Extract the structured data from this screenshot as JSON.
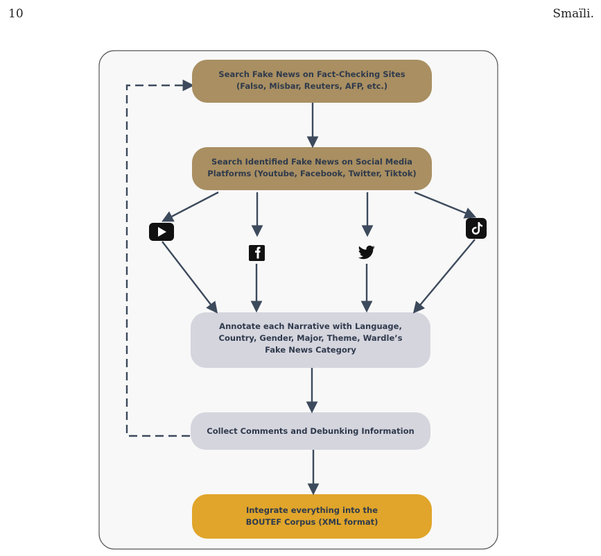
{
  "header": {
    "page_number": "10",
    "author": "Smaïli."
  },
  "flow": {
    "step1": {
      "lines": [
        "Search Fake News on Fact-Checking Sites",
        "(Falso, Misbar, Reuters, AFP, etc.)"
      ]
    },
    "step2": {
      "lines": [
        "Search Identified Fake News on Social Media",
        "Platforms (Youtube, Facebook, Twitter, Tiktok)"
      ]
    },
    "step3": {
      "lines": [
        "Annotate each Narrative with Language,",
        "Country, Gender, Major, Theme, Wardle’s",
        "Fake News Category"
      ]
    },
    "step4": {
      "lines": [
        "Collect Comments and Debunking Information"
      ]
    },
    "step5": {
      "lines": [
        "Integrate everything into the",
        "BOUTEF Corpus (XML format)"
      ]
    },
    "platforms": [
      "youtube-icon",
      "facebook-icon",
      "twitter-icon",
      "tiktok-icon"
    ]
  },
  "colors": {
    "tan": "#a98f62",
    "lavender": "#d5d5de",
    "gold": "#e0a52a",
    "arrow": "#3d4a5c",
    "panel": "#f8f8f8"
  }
}
